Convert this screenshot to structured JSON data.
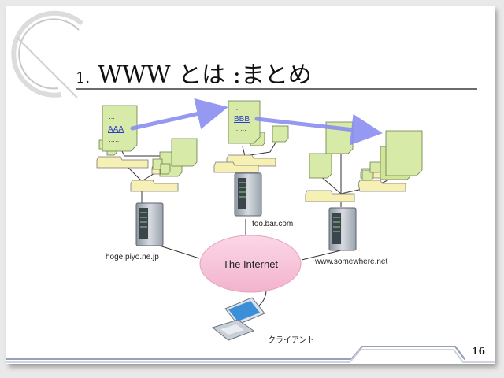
{
  "slide": {
    "title_number": "1.",
    "title_text": "WWW とは :まとめ",
    "page_number": "16"
  },
  "diagram": {
    "documents": [
      {
        "dots_top": "…",
        "link": "AAA",
        "dots_bottom": "……"
      },
      {
        "dots_top": "…",
        "link": "BBB",
        "dots_bottom": "……"
      }
    ],
    "servers": [
      "hoge.piyo.ne.jp",
      "foo.bar.com",
      "www.somewhere.net"
    ],
    "network_label": "The Internet",
    "client_label": "クライアント",
    "colors": {
      "doc_fill": "#d8eaa8",
      "folder_fill": "#f6f0b4",
      "internet_fill": "#f7c6da",
      "arrow": "#8a8ff0",
      "link_text": "#2a3ccc"
    }
  }
}
